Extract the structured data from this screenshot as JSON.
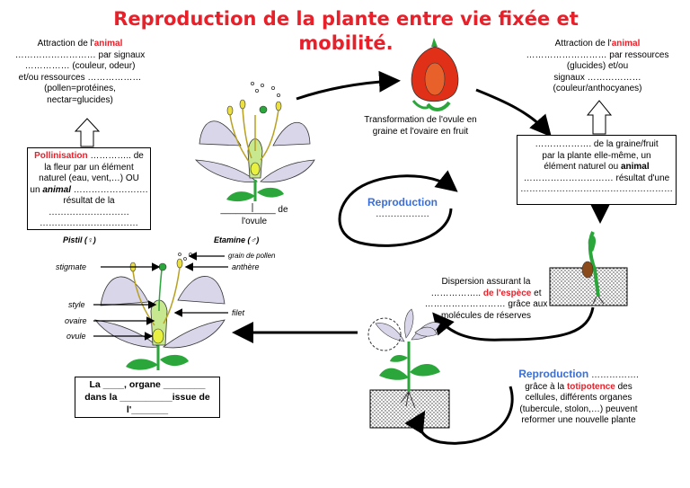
{
  "title": {
    "line1": "Reproduction de la plante entre vie fixée et",
    "line2": "mobilité."
  },
  "top_left": {
    "l1_pre": "Attraction de l'",
    "l1_red": "animal",
    "l2_blank": "………………………",
    "l2_text": " par signaux",
    "l3_blank": "……………",
    "l3_text": " (couleur, odeur)",
    "l4_text": "et/ou ressources ",
    "l4_blank": "………………",
    "l5": "(pollen=protéines,",
    "l6": "nectar=glucides)"
  },
  "pollination_box": {
    "red": "Pollinisation",
    "l1_blank": " ………….. ",
    "l1_end": "de",
    "l2": "la fleur par un élément",
    "l3": "naturel (eau, vent,…) OU",
    "l4_pre": "un ",
    "l4_bi": "animal",
    "l4_blank": " …………………….",
    "l5_pre": "résultat de la ",
    "l5_blank": "………………………",
    "l6_blank": "……………………………"
  },
  "ovule_label": {
    "blank": "___________",
    "de": " de",
    "line2": "l'ovule"
  },
  "pistil_label": "Pistil (♀)",
  "etamine_label": "Etamine (♂)",
  "center_transform": {
    "l1": "Transformation de l'ovule en",
    "l2": "graine et l'ovaire en fruit"
  },
  "reproduction_center": {
    "word": "Reproduction",
    "blank": "………………"
  },
  "top_right": {
    "l1_pre": "Attraction de l'",
    "l1_red": "animal",
    "l2_blank": "………………………",
    "l2_text": " par ressources",
    "l3_text": "(glucides) et/ou",
    "l4_text": "signaux ",
    "l4_blank": "………………",
    "l5": "(couleur/anthocyanes)"
  },
  "seed_box": {
    "l1_blank": "……………….",
    "l1_text": " de la graine/fruit",
    "l2": "par la plante elle-même, un",
    "l3_pre": "élément naturel ou ",
    "l3_b": "animal",
    "l4_blank": "…………………………",
    "l4_text": " résultat d'une",
    "l5_blank": "……………………………………………"
  },
  "dispersion": {
    "l1": "Dispersion assurant la",
    "l2_blank": "…………….. ",
    "l2_red": "de l'espèce",
    "l2_end": " et",
    "l3_blank": "………………………",
    "l3_text": " grâce aux",
    "l4": "molécules de réserves"
  },
  "reproduction_right": {
    "word": "Reproduction",
    "blank": " …………….",
    "l2_pre": "grâce à la ",
    "l2_red": "totipotence",
    "l2_end": " des",
    "l3": "cellules, différents organes",
    "l4": "(tubercule, stolon,…) peuvent",
    "l5": "reformer une nouvelle plante"
  },
  "flower_labels": {
    "stigmate": "stigmate",
    "style": "style",
    "ovaire": "ovaire",
    "ovule": "ovule",
    "grain": "grain de pollen",
    "anthere": "anthère",
    "filet": "filet"
  },
  "bottom_box": {
    "l1_a": "La ____, organe ________",
    "l2": "dans la __________issue de",
    "l3": "l'_______"
  },
  "colors": {
    "title": "#e8202a",
    "blue": "#3a6fd8",
    "fruit": "#e03018",
    "leaf": "#2aa63a",
    "petal": "#d9d6ea"
  }
}
